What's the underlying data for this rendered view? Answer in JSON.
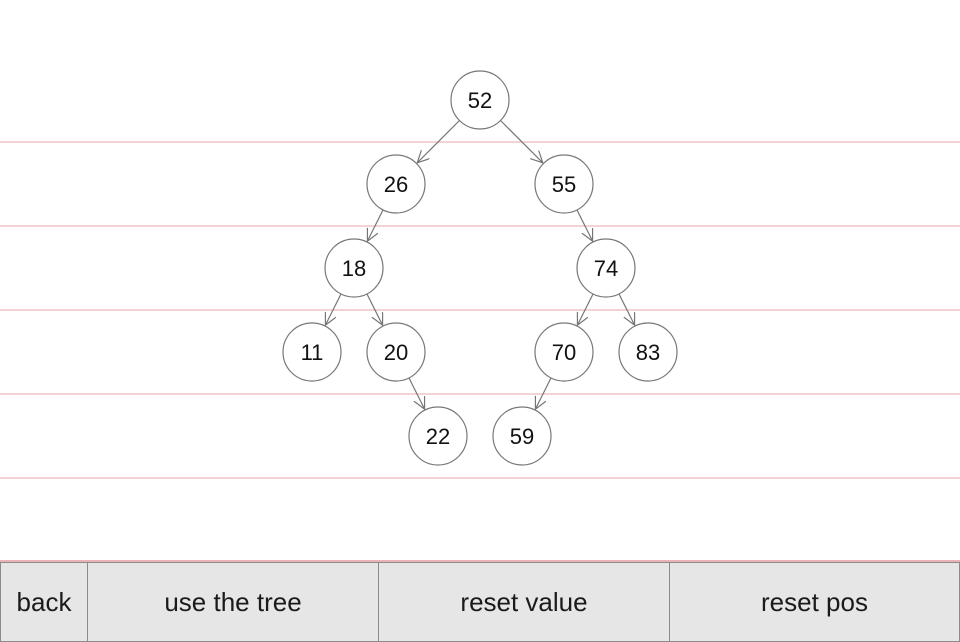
{
  "tree": {
    "nodes": [
      {
        "id": "n52",
        "value": "52"
      },
      {
        "id": "n26",
        "value": "26"
      },
      {
        "id": "n55",
        "value": "55"
      },
      {
        "id": "n18",
        "value": "18"
      },
      {
        "id": "n74",
        "value": "74"
      },
      {
        "id": "n11",
        "value": "11"
      },
      {
        "id": "n20",
        "value": "20"
      },
      {
        "id": "n70",
        "value": "70"
      },
      {
        "id": "n83",
        "value": "83"
      },
      {
        "id": "n22",
        "value": "22"
      },
      {
        "id": "n59",
        "value": "59"
      }
    ],
    "edges": [
      [
        "n52",
        "n26"
      ],
      [
        "n52",
        "n55"
      ],
      [
        "n26",
        "n18"
      ],
      [
        "n55",
        "n74"
      ],
      [
        "n18",
        "n11"
      ],
      [
        "n18",
        "n20"
      ],
      [
        "n74",
        "n70"
      ],
      [
        "n74",
        "n83"
      ],
      [
        "n20",
        "n22"
      ],
      [
        "n70",
        "n59"
      ]
    ]
  },
  "toolbar": {
    "back_label": "back",
    "use_tree_label": "use the tree",
    "reset_value_label": "reset value",
    "reset_pos_label": "reset pos"
  },
  "colors": {
    "guide_line": "#efc4c8",
    "node_stroke": "#777777",
    "edge": "#777777"
  }
}
